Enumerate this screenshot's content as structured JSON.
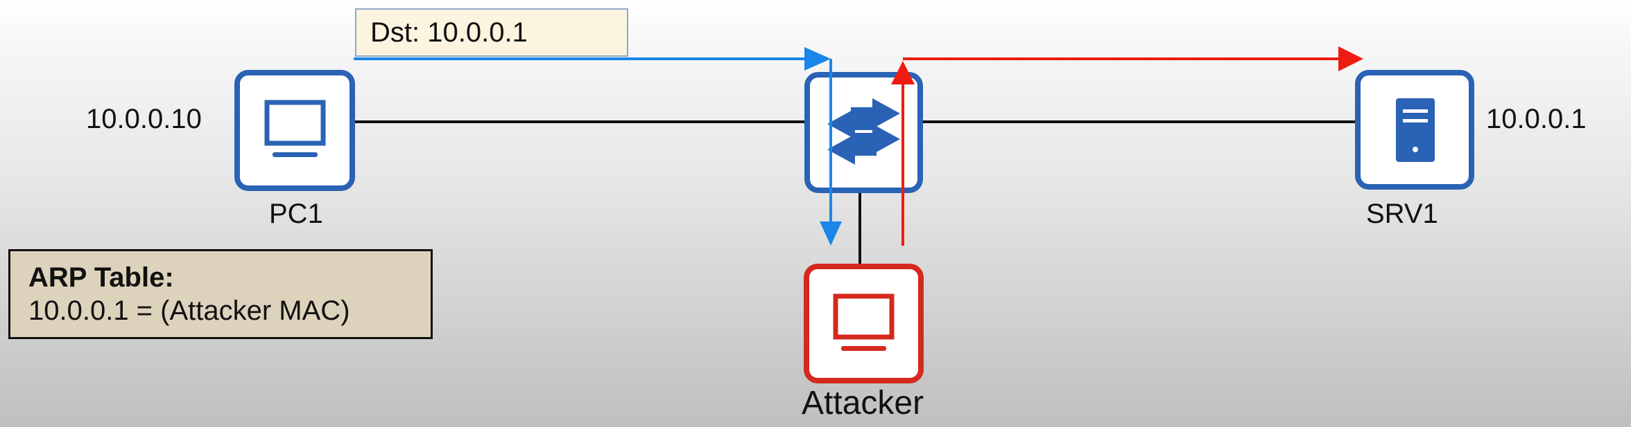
{
  "devices": {
    "pc1": {
      "name": "PC1",
      "ip": "10.0.0.10",
      "icon": "monitor-icon"
    },
    "srv1": {
      "name": "SRV1",
      "ip": "10.0.0.1",
      "icon": "server-icon"
    },
    "switch": {
      "icon": "switch-arrows-icon"
    },
    "attacker": {
      "name": "Attacker",
      "icon": "monitor-icon"
    }
  },
  "packet_label": {
    "text": "Dst: 10.0.0.1"
  },
  "arp_table": {
    "title": "ARP Table:",
    "entry": "10.0.0.1 = (Attacker MAC)"
  },
  "colors": {
    "device_blue": "#2a62b5",
    "attacker_red": "#d42a1e",
    "traffic_blue": "#1a86e8",
    "traffic_red": "#ee1c10",
    "link": "#111111"
  }
}
